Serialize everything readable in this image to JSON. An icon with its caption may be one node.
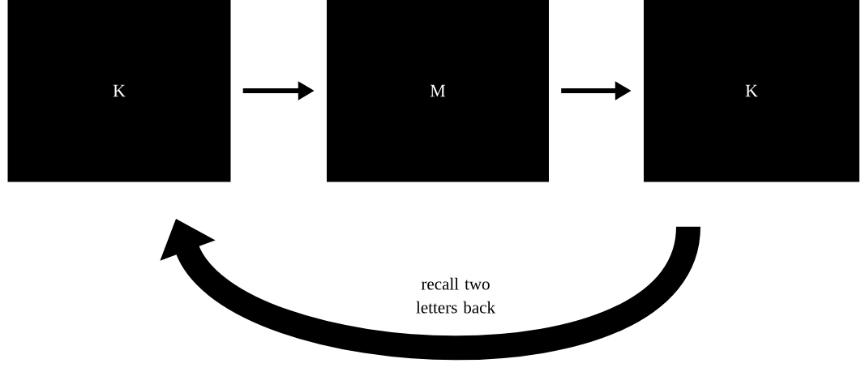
{
  "diagram": {
    "nodes": [
      {
        "text": [
          "K"
        ]
      },
      {
        "text": [
          "M"
        ]
      },
      {
        "text": [
          "K"
        ]
      }
    ],
    "edges": [
      {
        "from": 0,
        "to": 1,
        "arrow": "to"
      },
      {
        "from": 1,
        "to": 2,
        "arrow": "to"
      },
      {
        "from": 2,
        "to": 0,
        "arrow": "to",
        "style": "thick",
        "label": "recall two letters back"
      }
    ]
  }
}
